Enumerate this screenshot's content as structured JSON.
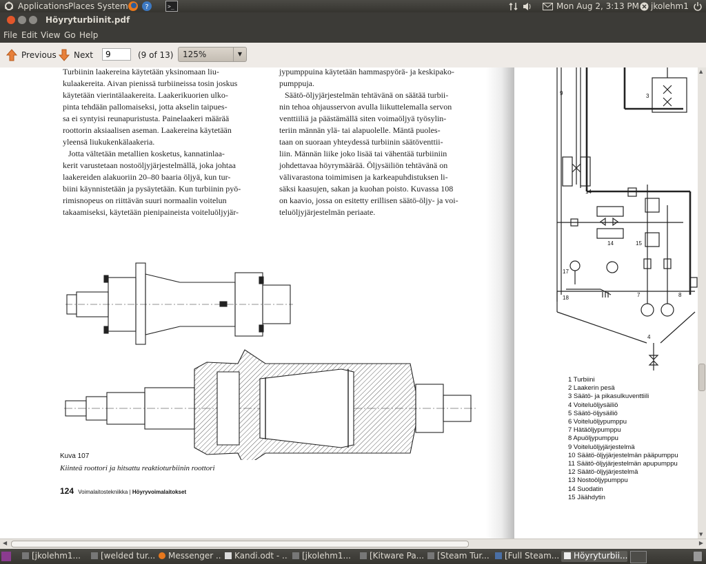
{
  "top_panel": {
    "applications": "Applications",
    "places": "Places",
    "system": "System",
    "clock": "Mon Aug  2,  3:13 PM",
    "user": "jkolehm1"
  },
  "window": {
    "title": "Höyryturbiinit.pdf"
  },
  "menu": [
    "File",
    "Edit",
    "View",
    "Go",
    "Help"
  ],
  "toolbar": {
    "previous_label": "Previous",
    "next_label": "Next",
    "page_value": "9",
    "page_count": "(9 of 13)",
    "zoom_value": "125%"
  },
  "left_page": {
    "col1": [
      "Turbiinin laakereina käytetään yksinomaan liu-",
      "kulaakereita. Aivan pienissä turbiineissa tosin joskus",
      "käytetään vierintälaakereita. Laakerikuorien ulko-",
      "pinta tehdään pallomaiseksi, jotta akselin taipues-",
      "sa ei syntyisi reunapuristusta. Painelaakeri määrää",
      "roottorin aksiaalisen aseman. Laakereina käytetään",
      "yleensä liukukenkälaakeria.",
      "Jotta vältetään metallien kosketus, kannatinlaa-",
      "kerit varustetaan nostoöljyjärjestelmällä, joka johtaa",
      "laakereiden alakuoriin 20–80 baaria öljyä, kun tur-",
      "biini käynnistetään ja pysäytetään. Kun turbiinin pyö-",
      "rimisnopeus on riittävän suuri normaalin voitelun",
      "takaamiseksi, käytetään pienipaineista voiteluöljyjär-"
    ],
    "col2": [
      "jypumppuina käytetään hammaspyörä- ja keskipako-",
      "pumppuja.",
      "Säätö-öljyjärjestelmän tehtävänä on säätää turbii-",
      "nin tehoa ohjausservon avulla liikuttelemalla servon",
      "venttiiliä ja päästämällä siten voimaöljyä työsylin-",
      "teriin männän ylä- tai alapuolelle. Mäntä puoles-",
      "taan on suoraan yhteydessä turbiinin säätöventtii-",
      "liin. Männän liike joko lisää tai vähentää turbiiniin",
      "johdettavaa höyrymäärää. Öljysäiliön tehtävänä on",
      "välivarastona toimimisen ja karkeapuhdistuksen li-",
      "säksi kaasujen, sakan ja kuohan poisto. Kuvassa 108",
      "on kaavio, jossa on esitetty erillisen säätö-öljy- ja voi-",
      "teluöljyjärjestelmän periaate."
    ],
    "caption_label": "Kuva 107",
    "caption_text": "Kiinteä roottori ja hitsattu reaktioturbiinin roottori",
    "page_number": "124",
    "footer_text": "Voimalaitostekniikka",
    "footer_bold": "Höyryvoimalaitokset"
  },
  "right_page": {
    "numbers": [
      "9",
      "3",
      "14",
      "14",
      "15",
      "17",
      "18",
      "7",
      "8",
      "4"
    ],
    "legend": [
      "1 Turbiini",
      "2 Laakerin pesä",
      "3 Säätö- ja pikasulkuventtiili",
      "4 Voiteluöljysäiliö",
      "5 Säätö-öljysäiliö",
      "6 Voiteluöljypumppu",
      "7 Hätäöljypumppu",
      "8 Apuöljypumppu",
      "9 Voiteluöljyjärjestelmä",
      "10 Säätö-öljyjärjestelmän pääpumppu",
      "11 Säätö-öljyjärjestelmän apupumppu",
      "12 Säätö-öljyjärjestelmä",
      "13 Nostoöljypumppu",
      "14 Suodatin",
      "15 Jäähdytin"
    ]
  },
  "taskbar": [
    {
      "label": "[jkolehm1..."
    },
    {
      "label": "[welded tur..."
    },
    {
      "label": "Messenger ..."
    },
    {
      "label": "Kandi.odt - ..."
    },
    {
      "label": "[jkolehm1..."
    },
    {
      "label": "[Kitware Pa..."
    },
    {
      "label": "[Steam Tur..."
    },
    {
      "label": "[Full Steam..."
    },
    {
      "label": "Höyryturbii..."
    }
  ]
}
